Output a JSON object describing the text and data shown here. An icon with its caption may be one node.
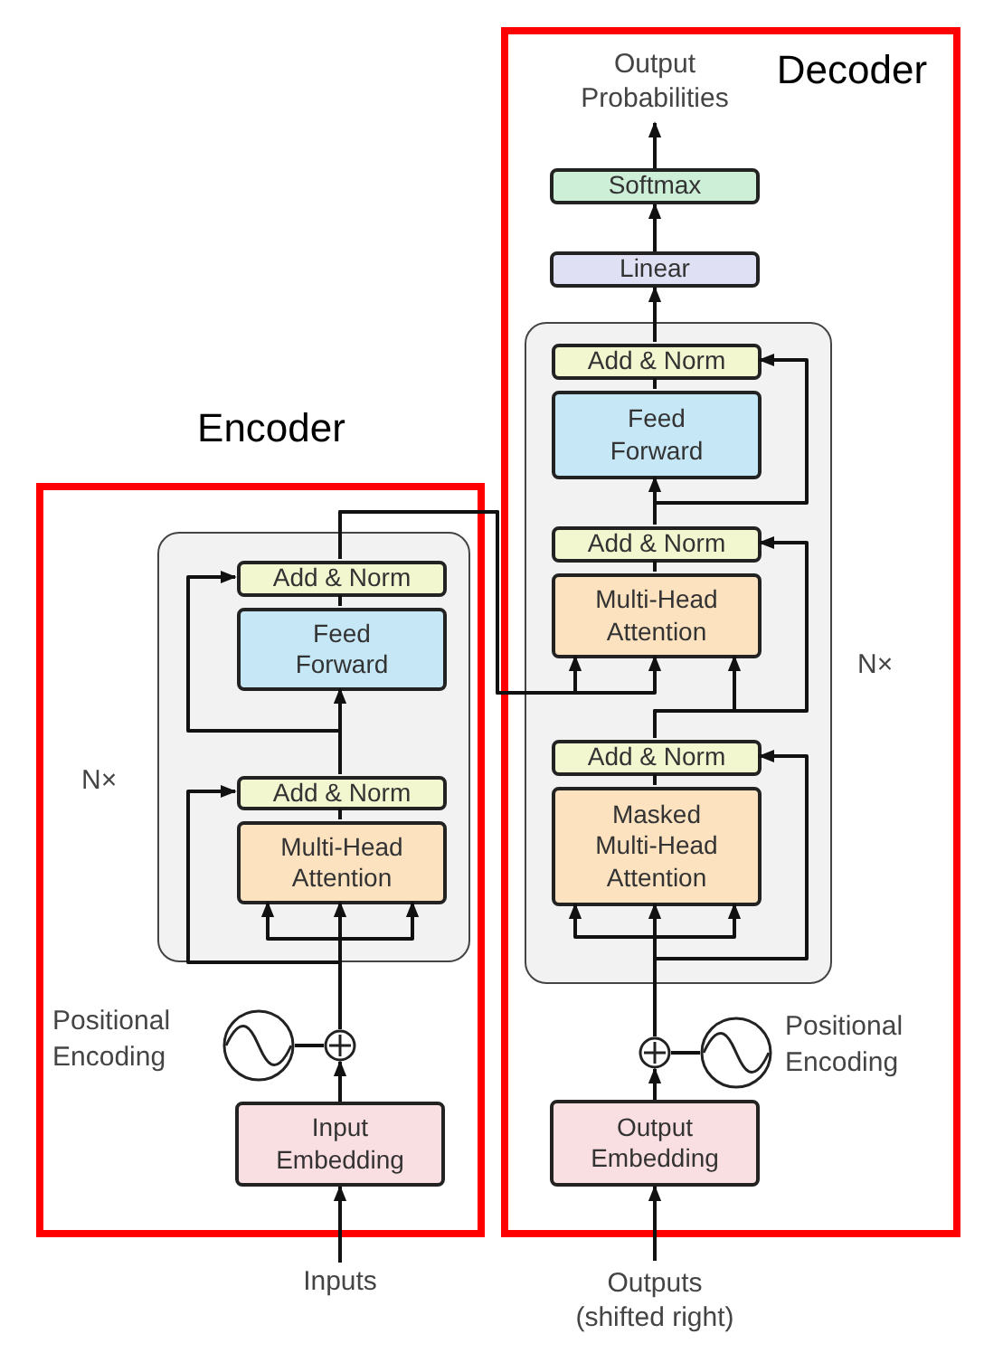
{
  "diagram": {
    "nodes": [
      {
        "text": [
          "Encoder"
        ]
      },
      {
        "text": [
          "Decoder"
        ]
      },
      {
        "text": [],
        "shape": "box",
        "in": 0,
        "beside": [
          "N×"
        ]
      },
      {
        "text": [
          "Add & Norm"
        ],
        "in": 2
      },
      {
        "text": [
          "Feed Forward"
        ],
        "in": 2
      },
      {
        "text": [
          "Add & Norm"
        ],
        "in": 2
      },
      {
        "text": [
          "Multi-Head Attention"
        ],
        "in": 2
      },
      {
        "text": [],
        "shape": "circle",
        "in": 0
      },
      {
        "text": [],
        "shape": "circle",
        "in": 0,
        "beside": [
          "Positional Encoding"
        ]
      },
      {
        "text": [
          "Input Embedding"
        ],
        "in": 0
      },
      {
        "text": [
          "Inputs"
        ]
      },
      {
        "text": [
          "Output Probabilities"
        ],
        "in": 1
      },
      {
        "text": [
          "Softmax"
        ],
        "in": 1
      },
      {
        "text": [
          "Linear"
        ],
        "in": 1
      },
      {
        "text": [],
        "shape": "box",
        "in": 1,
        "beside": [
          "N×"
        ]
      },
      {
        "text": [
          "Add & Norm"
        ],
        "in": 14
      },
      {
        "text": [
          "Feed Forward"
        ],
        "in": 14
      },
      {
        "text": [
          "Add & Norm"
        ],
        "in": 14
      },
      {
        "text": [
          "Multi-Head Attention"
        ],
        "in": 14
      },
      {
        "text": [
          "Add & Norm"
        ],
        "in": 14
      },
      {
        "text": [
          "Masked Multi-Head Attention"
        ],
        "in": 14
      },
      {
        "text": [],
        "shape": "circle",
        "in": 1
      },
      {
        "text": [],
        "shape": "circle",
        "in": 1,
        "beside": [
          "Positional Encoding"
        ]
      },
      {
        "text": [
          "Output Embedding"
        ],
        "in": 1
      },
      {
        "text": [
          "Outputs (shifted right)"
        ]
      }
    ],
    "edges": [
      {
        "from": 10,
        "to": 9,
        "arrow": "to"
      },
      {
        "from": 9,
        "to": 7,
        "arrow": "to"
      },
      {
        "from": 8,
        "to": 7,
        "arrow": "none"
      },
      {
        "from": 7,
        "to": 6,
        "arrow": "to"
      },
      {
        "from": 7,
        "to": 5,
        "arrow": "to"
      },
      {
        "from": 6,
        "to": 5,
        "arrow": "none"
      },
      {
        "from": 5,
        "to": 4,
        "arrow": "to"
      },
      {
        "from": 5,
        "to": 3,
        "arrow": "to"
      },
      {
        "from": 4,
        "to": 3,
        "arrow": "none"
      },
      {
        "from": 3,
        "to": 18,
        "arrow": "to"
      },
      {
        "from": 24,
        "to": 23,
        "arrow": "to"
      },
      {
        "from": 23,
        "to": 21,
        "arrow": "to"
      },
      {
        "from": 22,
        "to": 21,
        "arrow": "none"
      },
      {
        "from": 21,
        "to": 20,
        "arrow": "to"
      },
      {
        "from": 21,
        "to": 19,
        "arrow": "to"
      },
      {
        "from": 20,
        "to": 19,
        "arrow": "none"
      },
      {
        "from": 19,
        "to": 18,
        "arrow": "to"
      },
      {
        "from": 19,
        "to": 17,
        "arrow": "to"
      },
      {
        "from": 18,
        "to": 17,
        "arrow": "none"
      },
      {
        "from": 17,
        "to": 16,
        "arrow": "to"
      },
      {
        "from": 17,
        "to": 15,
        "arrow": "to"
      },
      {
        "from": 16,
        "to": 15,
        "arrow": "none"
      },
      {
        "from": 15,
        "to": 13,
        "arrow": "to"
      },
      {
        "from": 13,
        "to": 12,
        "arrow": "to"
      },
      {
        "from": 12,
        "to": 11,
        "arrow": "to"
      },
      {
        "from": 7,
        "to": 6,
        "arrow": "to"
      },
      {
        "from": 7,
        "to": 6,
        "arrow": "to"
      },
      {
        "from": 3,
        "to": 18,
        "arrow": "to"
      },
      {
        "from": 21,
        "to": 20,
        "arrow": "to"
      },
      {
        "from": 21,
        "to": 20,
        "arrow": "to"
      }
    ]
  }
}
